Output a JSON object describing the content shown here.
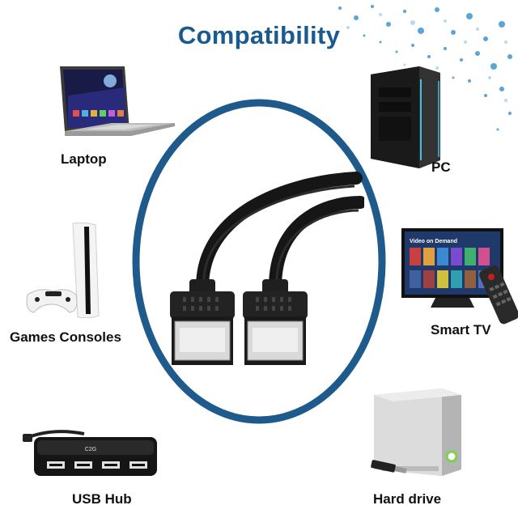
{
  "title": "Compatibility",
  "accent_color": "#1b5a8e",
  "ring_color": "#1e5b8c",
  "devices": [
    {
      "label": "Laptop",
      "icon": "laptop-icon"
    },
    {
      "label": "PC",
      "icon": "desktop-tower-icon"
    },
    {
      "label": "Games Consoles",
      "icon": "game-console-icon"
    },
    {
      "label": "Smart TV",
      "icon": "smart-tv-icon"
    },
    {
      "label": "USB Hub",
      "icon": "usb-hub-icon"
    },
    {
      "label": "Hard drive",
      "icon": "hard-drive-icon"
    }
  ],
  "tv_screen_text": "Video on Demand",
  "hub_brand": "C2G"
}
